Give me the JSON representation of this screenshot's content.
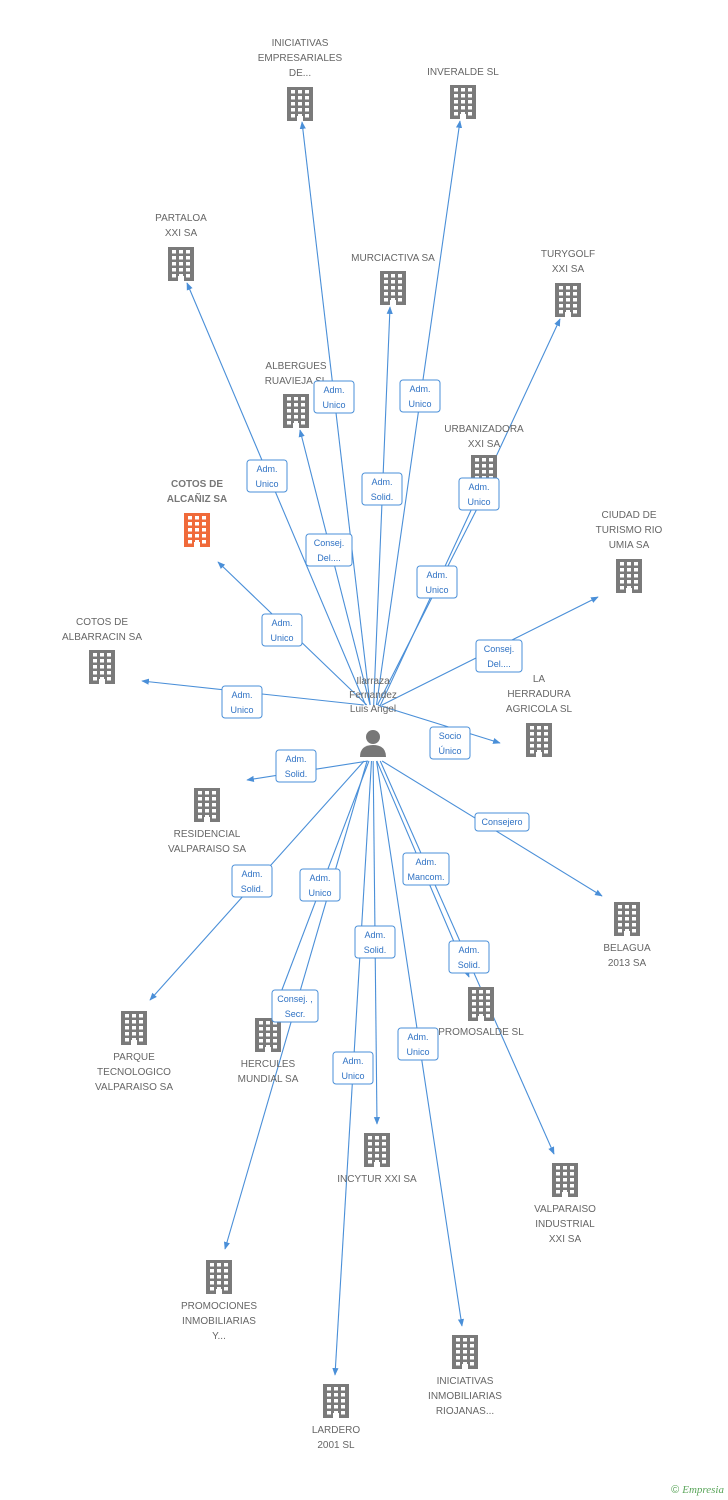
{
  "colors": {
    "line": "#4a8fd8",
    "building": "#7a7a7a",
    "highlight": "#f06a3a",
    "label": "#666666"
  },
  "footer": {
    "copyright": "©",
    "brand": "Empresia"
  },
  "person": {
    "lines": [
      "Ilarraza",
      "Fernandez",
      "Luis Angel"
    ],
    "icon": "person-icon"
  },
  "companies": [
    {
      "id": "iniciativas-empresariales",
      "lines": [
        "INICIATIVAS",
        "EMPRESARIALES",
        "DE..."
      ]
    },
    {
      "id": "inveralde",
      "lines": [
        "INVERALDE SL"
      ]
    },
    {
      "id": "partaloa",
      "lines": [
        "PARTALOA",
        "XXI SA"
      ]
    },
    {
      "id": "murciactiva",
      "lines": [
        "MURCIACTIVA SA"
      ]
    },
    {
      "id": "turygolf",
      "lines": [
        "TURYGOLF",
        "XXI SA"
      ]
    },
    {
      "id": "albergues",
      "lines": [
        "ALBERGUES",
        "RUAVIEJA SL"
      ]
    },
    {
      "id": "urbanizadora",
      "lines": [
        "URBANIZADORA",
        "XXI SA"
      ]
    },
    {
      "id": "cotos-alcaniz",
      "lines": [
        "COTOS DE",
        "ALCAÑIZ SA"
      ],
      "highlight": true
    },
    {
      "id": "ciudad-turismo",
      "lines": [
        "CIUDAD DE",
        "TURISMO RIO",
        "UMIA SA"
      ]
    },
    {
      "id": "cotos-albarracin",
      "lines": [
        "COTOS DE",
        "ALBARRACIN SA"
      ]
    },
    {
      "id": "la-herradura",
      "lines": [
        "LA",
        "HERRADURA",
        "AGRICOLA  SL"
      ]
    },
    {
      "id": "residencial-valparaiso",
      "lines": [
        "RESIDENCIAL",
        "VALPARAISO SA"
      ]
    },
    {
      "id": "belagua",
      "lines": [
        "BELAGUA",
        "2013 SA"
      ]
    },
    {
      "id": "promosalde",
      "lines": [
        "PROMOSALDE SL"
      ]
    },
    {
      "id": "parque-tecnologico",
      "lines": [
        "PARQUE",
        "TECNOLOGICO",
        "VALPARAISO SA"
      ]
    },
    {
      "id": "hercules-mundial",
      "lines": [
        "HERCULES",
        "MUNDIAL SA"
      ]
    },
    {
      "id": "incytur",
      "lines": [
        "INCYTUR XXI SA"
      ]
    },
    {
      "id": "valparaiso-industrial",
      "lines": [
        "VALPARAISO",
        "INDUSTRIAL",
        "XXI SA"
      ]
    },
    {
      "id": "promociones-inmobiliarias",
      "lines": [
        "PROMOCIONES",
        "INMOBILIARIAS",
        "Y..."
      ]
    },
    {
      "id": "iniciativas-inmobiliarias",
      "lines": [
        "INICIATIVAS",
        "INMOBILIARIAS",
        "RIOJANAS..."
      ]
    },
    {
      "id": "lardero",
      "lines": [
        "LARDERO",
        "2001 SL"
      ]
    }
  ],
  "relations": [
    {
      "to": "iniciativas-empresariales",
      "lines": [
        "Adm.",
        "Unico"
      ]
    },
    {
      "to": "inveralde",
      "lines": [
        "Adm.",
        "Unico"
      ]
    },
    {
      "to": "partaloa",
      "lines": [
        "Adm.",
        "Unico"
      ]
    },
    {
      "to": "murciactiva",
      "lines": [
        "Adm.",
        "Solid."
      ]
    },
    {
      "to": "turygolf",
      "lines": [
        "Adm.",
        "Unico"
      ]
    },
    {
      "to": "albergues",
      "lines": [
        "Consej.",
        "Del...."
      ]
    },
    {
      "to": "urbanizadora",
      "lines": [
        "Adm.",
        "Unico"
      ]
    },
    {
      "to": "cotos-alcaniz",
      "lines": [
        "Adm.",
        "Unico"
      ]
    },
    {
      "to": "ciudad-turismo",
      "lines": [
        "Consej.",
        "Del...."
      ]
    },
    {
      "to": "cotos-albarracin",
      "lines": [
        "Adm.",
        "Unico"
      ]
    },
    {
      "to": "la-herradura",
      "lines": [
        "Socio",
        "Único"
      ]
    },
    {
      "to": "residencial-valparaiso",
      "lines": [
        "Adm.",
        "Solid."
      ]
    },
    {
      "to": "belagua",
      "lines": [
        "Consejero"
      ]
    },
    {
      "to": "promosalde",
      "lines": [
        "Adm.",
        "Solid."
      ]
    },
    {
      "to": "parque-tecnologico",
      "lines": [
        "Adm.",
        "Solid."
      ]
    },
    {
      "to": "hercules-mundial",
      "lines": [
        "Consej. ,",
        "Secr."
      ]
    },
    {
      "to": "incytur",
      "lines": [
        "Adm.",
        "Solid."
      ]
    },
    {
      "to": "valparaiso-industrial",
      "lines": [
        "Adm.",
        "Mancom."
      ]
    },
    {
      "to": "promociones-inmobiliarias",
      "lines": [
        "Adm.",
        "Unico"
      ]
    },
    {
      "to": "iniciativas-inmobiliarias",
      "lines": [
        "Adm.",
        "Unico"
      ]
    },
    {
      "to": "lardero",
      "lines": [
        "Adm.",
        "Unico"
      ]
    }
  ]
}
